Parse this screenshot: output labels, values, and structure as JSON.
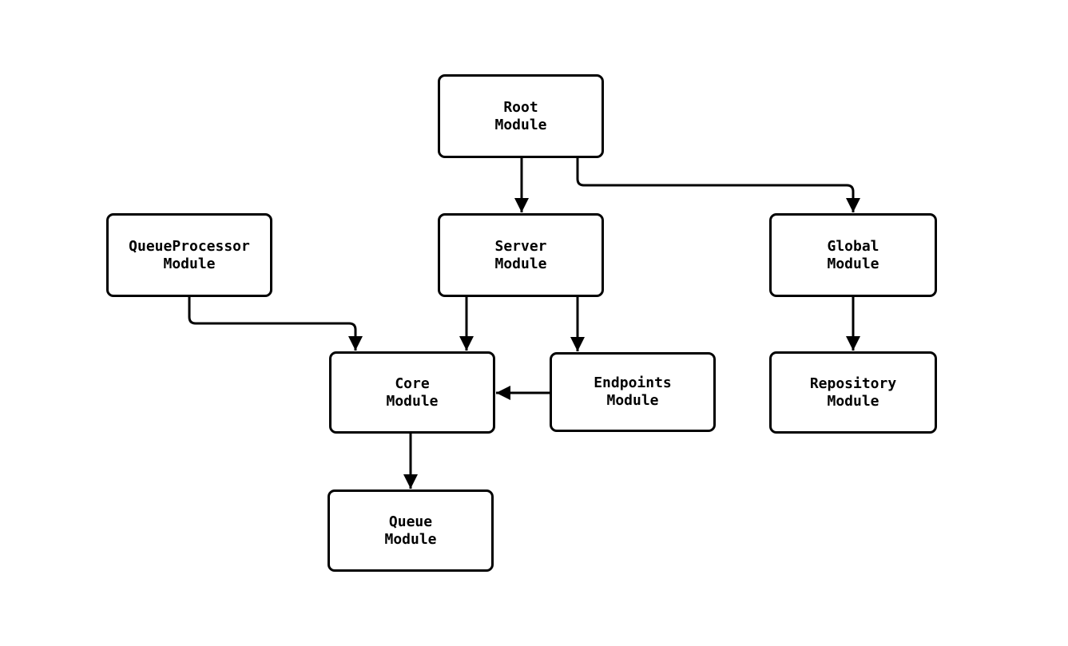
{
  "diagram": {
    "type": "flowchart",
    "background_color": "#ffffff",
    "node_fill_color": "#ffffff",
    "node_border_color": "#000000",
    "edge_color": "#000000",
    "text_color": "#000000",
    "nodes": [
      {
        "id": "root",
        "line1": "Root",
        "line2": "Module"
      },
      {
        "id": "queueprocessor",
        "line1": "QueueProcessor",
        "line2": "Module"
      },
      {
        "id": "server",
        "line1": "Server",
        "line2": "Module"
      },
      {
        "id": "global",
        "line1": "Global",
        "line2": "Module"
      },
      {
        "id": "core",
        "line1": "Core",
        "line2": "Module"
      },
      {
        "id": "endpoints",
        "line1": "Endpoints",
        "line2": "Module"
      },
      {
        "id": "repository",
        "line1": "Repository",
        "line2": "Module"
      },
      {
        "id": "queue",
        "line1": "Queue",
        "line2": "Module"
      }
    ],
    "edges": [
      {
        "from": "root",
        "to": "server"
      },
      {
        "from": "root",
        "to": "global"
      },
      {
        "from": "queueprocessor",
        "to": "core"
      },
      {
        "from": "server",
        "to": "core"
      },
      {
        "from": "server",
        "to": "endpoints"
      },
      {
        "from": "endpoints",
        "to": "core"
      },
      {
        "from": "global",
        "to": "repository"
      },
      {
        "from": "core",
        "to": "queue"
      }
    ]
  }
}
